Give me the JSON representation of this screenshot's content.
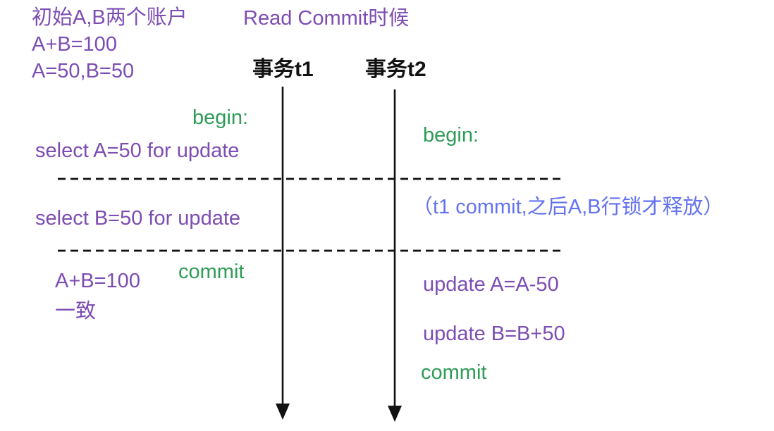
{
  "colors": {
    "purple": "#7d4db3",
    "green": "#2e9b57",
    "blue": "#6372f0",
    "ink": "#111111",
    "background": "#ffffff"
  },
  "header": {
    "initial_note": [
      "初始A,B两个账户",
      "A+B=100",
      "A=50,B=50"
    ],
    "isolation_level": "Read Commit时候"
  },
  "timelines": {
    "t1": {
      "label": "事务t1"
    },
    "t2": {
      "label": "事务t2"
    }
  },
  "t1_events": {
    "begin": "begin:",
    "select_a": "select A=50 for update",
    "select_b": "select B=50 for update",
    "commit": "commit",
    "result": [
      "A+B=100",
      "一致"
    ]
  },
  "t2_events": {
    "begin": "begin:",
    "lock_note": "（t1 commit,之后A,B行锁才释放）",
    "update_a": "update A=A-50",
    "update_b": "update B=B+50",
    "commit": "commit"
  }
}
